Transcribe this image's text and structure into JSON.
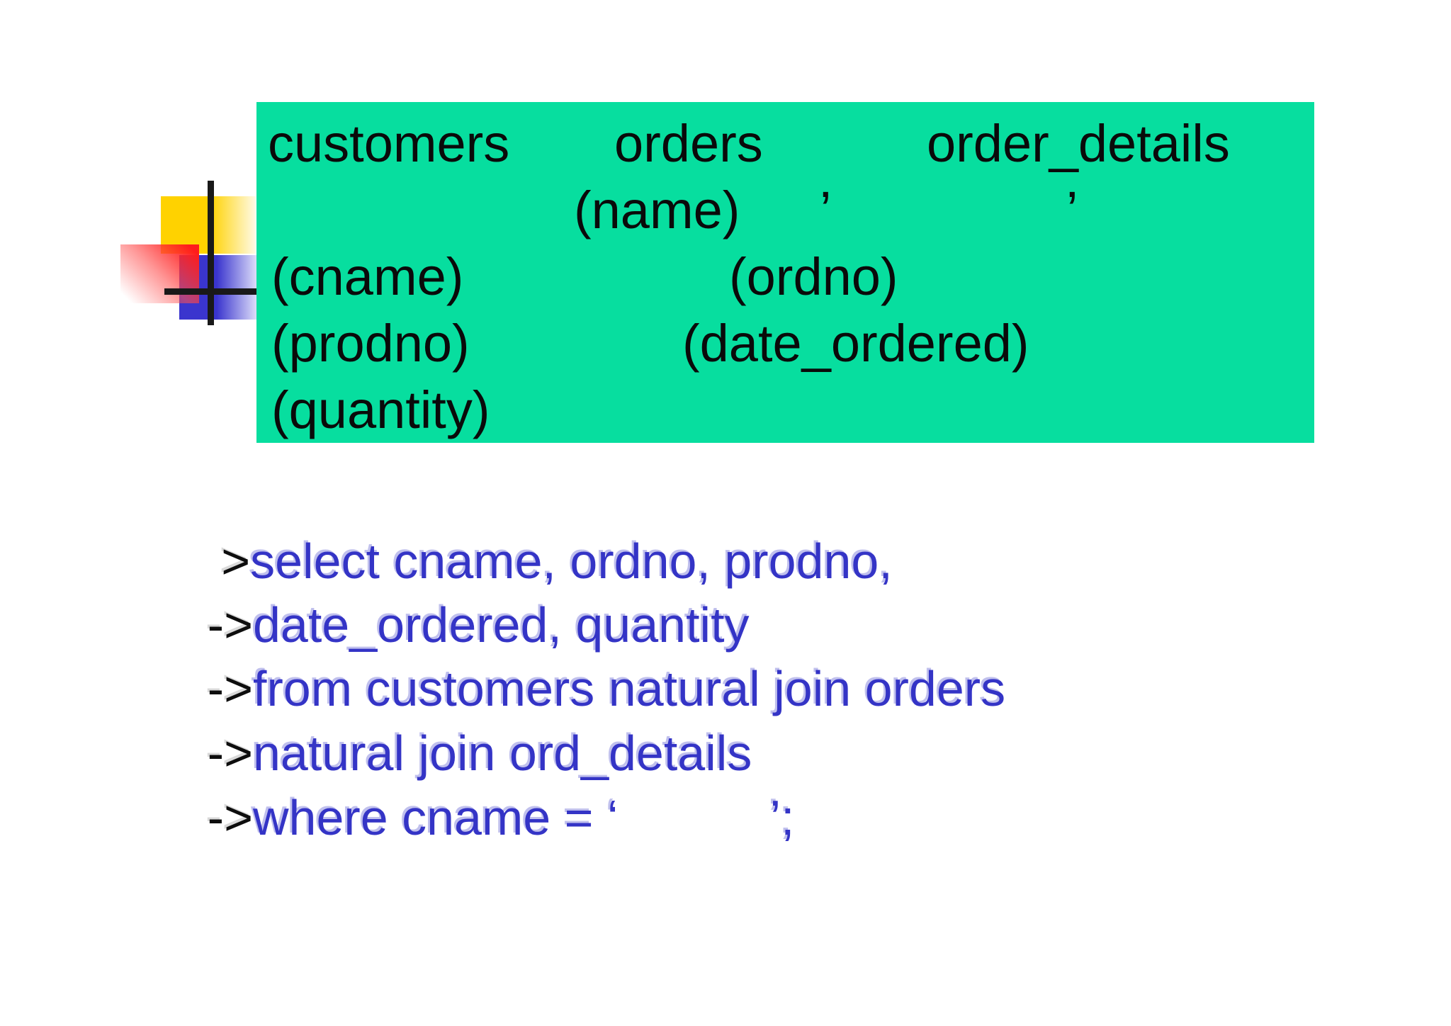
{
  "slide": {
    "background_color": "#ffffff"
  },
  "tables_panel": {
    "bg_color": "#07de9f",
    "text_color": "#0a0a0a",
    "row1": {
      "customers": "customers",
      "orders": "orders",
      "order_details": "order_details"
    },
    "row2": {
      "name": "(name)",
      "quote_left": "’",
      "quote_right": "’"
    },
    "row3": {
      "cname": "(cname)",
      "ordno": "(ordno)"
    },
    "row4": {
      "prodno": "(prodno)",
      "date_ordered": "(date_ordered)"
    },
    "row5": {
      "quantity": "(quantity)"
    }
  },
  "sql": {
    "prefix_color": "#0d0d0d",
    "text_color": "#3434c6",
    "lines": [
      {
        "prefix": " >",
        "text": "select cname, ordno, prodno,"
      },
      {
        "prefix": "->",
        "text": "date_ordered, quantity"
      },
      {
        "prefix": "->",
        "text": "from customers natural join orders"
      },
      {
        "prefix": "->",
        "text": "natural join ord_details"
      },
      {
        "prefix": "->",
        "text": "where cname = ‘           ’;"
      }
    ]
  },
  "decoration": {
    "yellow_square_color": "#ffd200",
    "red_square_color": "#ff1c1c",
    "blue_square_color": "#3a35ce",
    "crosshair_line_color": "#191919"
  }
}
